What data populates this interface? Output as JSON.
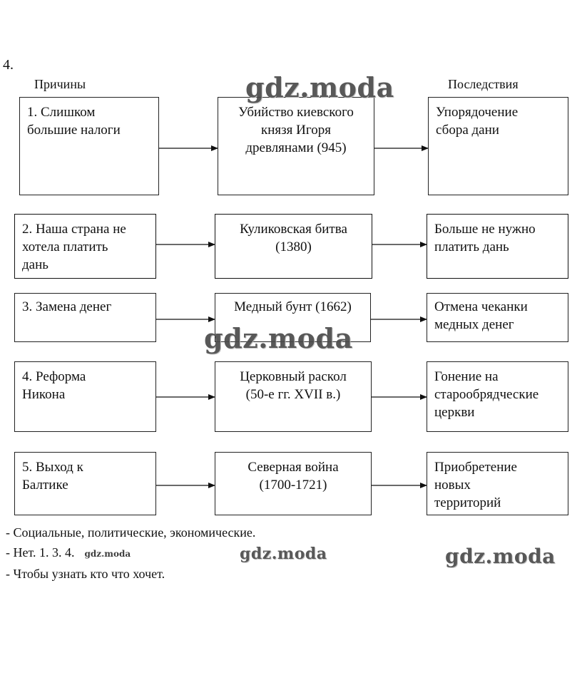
{
  "task_number": "4.",
  "headers": {
    "causes": "Причины",
    "consequences": "Последствия"
  },
  "rows": [
    {
      "cause": "1. Слишком\nбольшие налоги",
      "event": "Убийство киевского\nкнязя Игоря\nдревлянами (945)",
      "consequence": "Упорядочение\nсбора дани"
    },
    {
      "cause": "2. Наша страна не\nхотела платить\nдань",
      "event": "Куликовская битва\n(1380)",
      "consequence": "Больше не нужно\nплатить дань"
    },
    {
      "cause": "3. Замена денег",
      "event": "Медный бунт (1662)",
      "consequence": "Отмена чеканки\nмедных денег"
    },
    {
      "cause": "4. Реформа\nНикона",
      "event": "Церковный раскол\n(50-е гг. XVII в.)",
      "consequence": "Гонение на\nстарообрядческие\nцеркви"
    },
    {
      "cause": "5. Выход к\nБалтике",
      "event": "Северная война\n(1700-1721)",
      "consequence": "Приобретение\nновых\nтерриторий"
    }
  ],
  "answers": [
    "- Социальные, политические, экономические.",
    "- Нет. 1. 3. 4.",
    "- Чтобы узнать кто что хочет."
  ],
  "watermark": "gdz.moda"
}
